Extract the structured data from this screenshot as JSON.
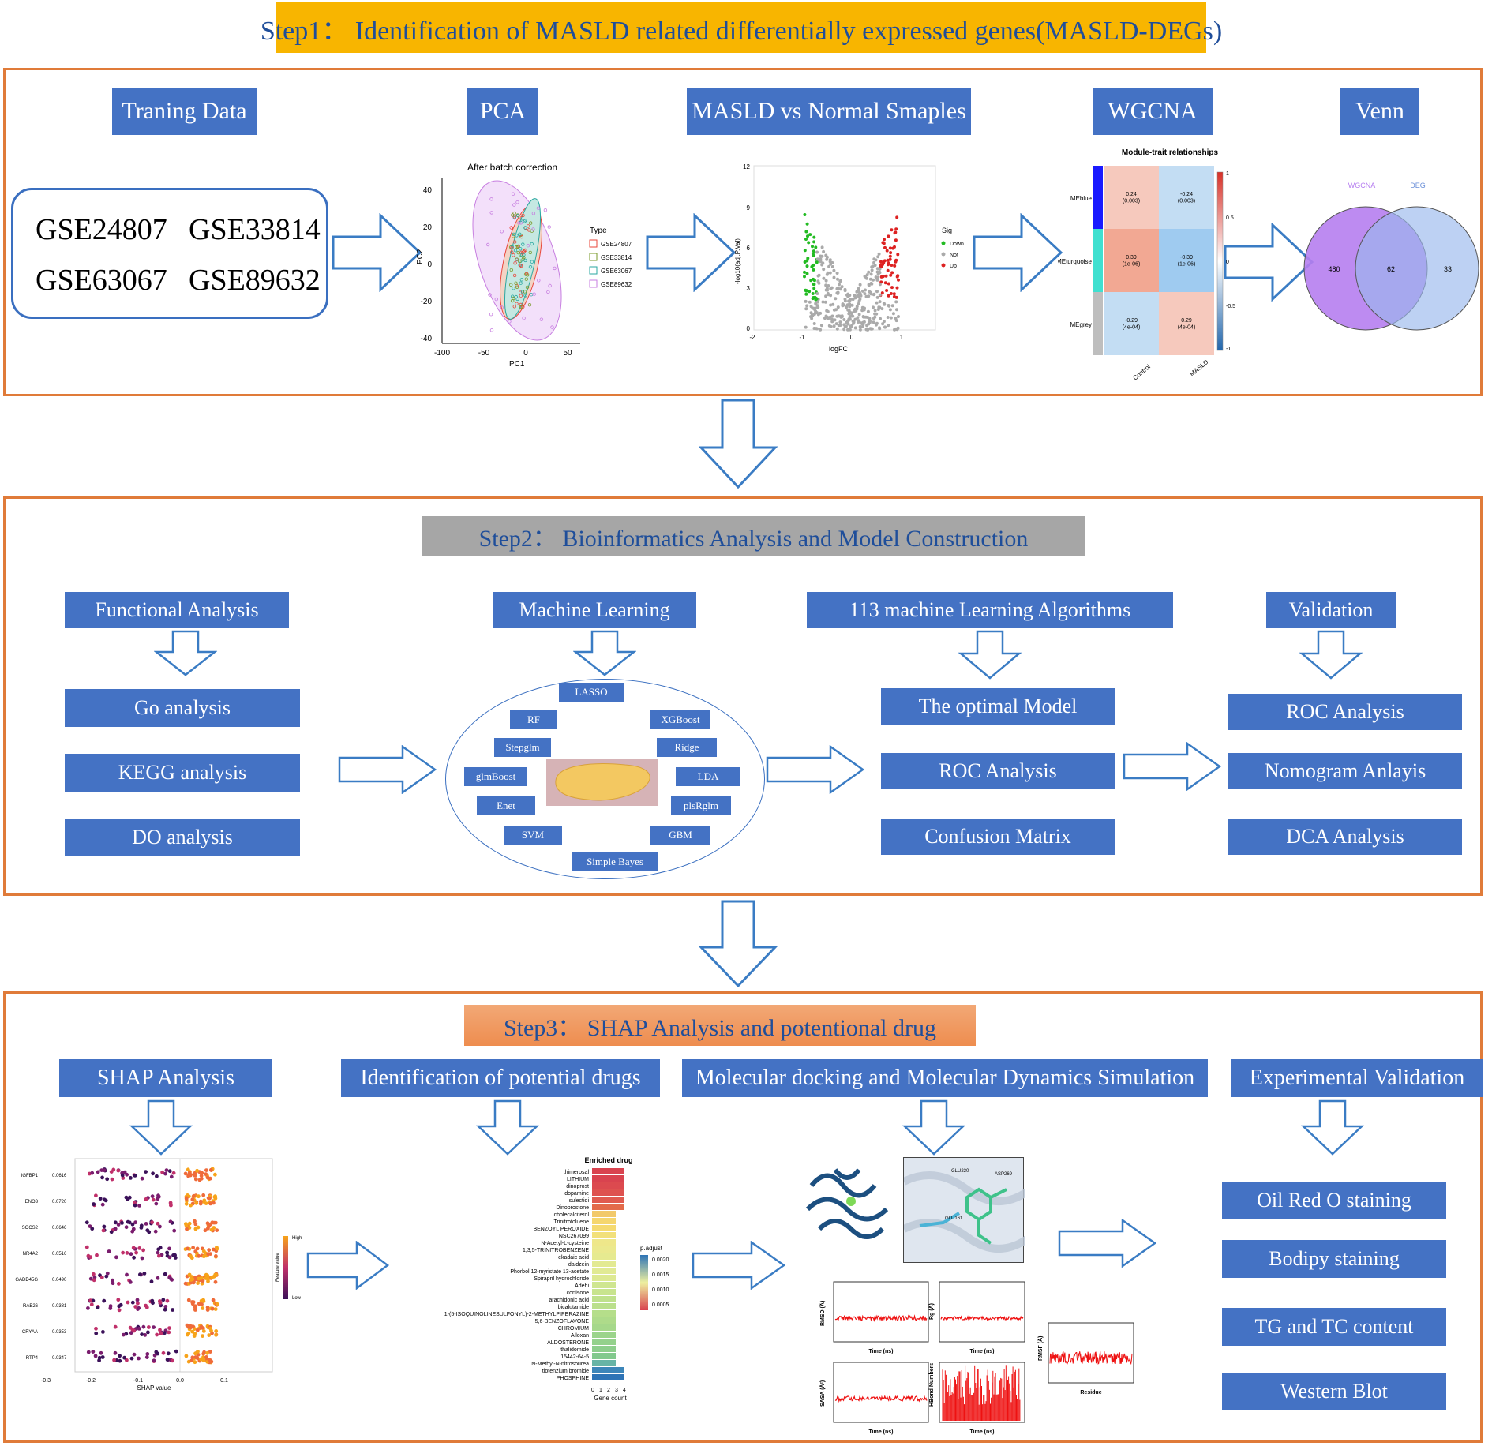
{
  "step1": {
    "title": "Step1： Identification of MASLD related differentially expressed genes(MASLD-DEGs)",
    "labels": {
      "training": "Traning Data",
      "pca": "PCA",
      "masld_vs_normal": "MASLD vs Normal Smaples",
      "wgcna": "WGCNA",
      "venn": "Venn"
    },
    "datasets": [
      "GSE24807",
      "GSE33814",
      "GSE63067",
      "GSE89632"
    ],
    "pca_plot": {
      "title": "After batch correction",
      "xlabel": "PC1",
      "ylabel": "PC2",
      "xticks": [
        "-100",
        "-50",
        "0",
        "50"
      ],
      "yticks": [
        "40",
        "20",
        "0",
        "-20",
        "-40"
      ],
      "legend_title": "Type",
      "legend": [
        "GSE24807",
        "GSE33814",
        "GSE63067",
        "GSE89632"
      ],
      "colors": [
        "#e8463a",
        "#7a9a2a",
        "#2aa7a0",
        "#c77ee0"
      ]
    },
    "volcano": {
      "xlabel": "logFC",
      "ylabel": "-log10(adj.P.Val)",
      "xticks": [
        "-2",
        "-1",
        "0",
        "1"
      ],
      "yticks": [
        "12",
        "9",
        "6",
        "3",
        "0"
      ],
      "legend_title": "Sig",
      "legend": [
        "Down",
        "Not",
        "Up"
      ],
      "colors": [
        "#22bb22",
        "#aaaaaa",
        "#dd2222"
      ]
    },
    "heatmap": {
      "title": "Module-trait relationships",
      "rows": [
        "MEblue",
        "MEturquoise",
        "MEgrey"
      ],
      "columns": [
        "Control",
        "MASLD"
      ],
      "row_colors": [
        "#1a1aff",
        "#40e0d0",
        "#bebebe"
      ],
      "cells": [
        [
          "0.24\n(0.003)",
          "-0.24\n(0.003)"
        ],
        [
          "0.39\n(1e-06)",
          "-0.39\n(1e-06)"
        ],
        [
          "-0.29\n(4e-04)",
          "0.29\n(4e-04)"
        ]
      ],
      "scale_ticks": [
        "1",
        "0.5",
        "0",
        "-0.5",
        "-1"
      ]
    },
    "venn_data": {
      "sets": [
        "WGCNA",
        "DEG"
      ],
      "only_a": "480",
      "both": "62",
      "only_b": "33"
    }
  },
  "step2": {
    "title": "Step2： Bioinformatics Analysis and Model Construction",
    "functional": {
      "header": "Functional Analysis",
      "items": [
        "Go analysis",
        "KEGG analysis",
        "DO analysis"
      ]
    },
    "ml": {
      "header": "Machine Learning",
      "algorithms": [
        "LASSO",
        "RF",
        "XGBoost",
        "Stepglm",
        "Ridge",
        "glmBoost",
        "LDA",
        "Enet",
        "plsRglm",
        "SVM",
        "GBM",
        "Simple Bayes"
      ]
    },
    "algos113": {
      "header": "113 machine Learning Algorithms",
      "items": [
        "The optimal Model",
        "ROC Analysis",
        "Confusion Matrix"
      ]
    },
    "validation": {
      "header": "Validation",
      "items": [
        "ROC Analysis",
        "Nomogram Anlayis",
        "DCA Analysis"
      ]
    }
  },
  "step3": {
    "title": "Step3： SHAP Analysis and potentional drug",
    "headers": {
      "shap": "SHAP Analysis",
      "drugs": "Identification of potential drugs",
      "docking": "Molecular docking and Molecular Dynamics Simulation",
      "experimental": "Experimental Validation"
    },
    "shap_plot": {
      "features": [
        "IGFBP1",
        "ENO3",
        "SOCS2",
        "NR4A2",
        "GADD45G",
        "RAB26",
        "CRYAA",
        "RTP4"
      ],
      "values": [
        "0.0616",
        "0.0720",
        "0.0646",
        "0.0516",
        "0.0490",
        "0.0381",
        "0.0353",
        "0.0347"
      ],
      "xlabel": "SHAP value",
      "xticks": [
        "-0.3",
        "-0.2",
        "-0.1",
        "0.0",
        "0.1"
      ],
      "legend_high": "High",
      "legend_low": "Low",
      "legend_title": "Feature value"
    },
    "drug_plot": {
      "title": "Enriched drug",
      "xlabel": "Gene count",
      "xticks": [
        "0",
        "1",
        "2",
        "3",
        "4"
      ],
      "legend_title": "p.adjust",
      "legend_ticks": [
        "0.0020",
        "0.0015",
        "0.0010",
        "0.0005"
      ],
      "drugs": [
        "thimerosal",
        "LITHIUM",
        "dinoprost",
        "dopamine",
        "sulectidi",
        "Dinoprostone",
        "cholecalciferol",
        "Trinitrotoluene",
        "BENZOYL PEROXIDE",
        "NSC267099",
        "N-Acetyl-L-cysteine",
        "1,3,5-TRINITROBENZENE",
        "ekadaic acid",
        "daidzein",
        "Phorbol 12-myristate 13-acetate",
        "Spirapril hydrochloride",
        "Adehi",
        "cortisone",
        "arachidonic acid",
        "bicalutamide",
        "1-(5-ISOQUINOLINESULFONYL)-2-METHYLPIPERAZINE",
        "5,6-BENZOFLAVONE",
        "CHROMIUM",
        "Alloxan",
        "ALDOSTERONE",
        "thalidomide",
        "15442-64-5",
        "N-Methyl-N-nitrosourea",
        "tiotenzium bromide",
        "PHOSPHINE"
      ],
      "counts": [
        4,
        4,
        4,
        4,
        4,
        4,
        3,
        3,
        3,
        3,
        3,
        3,
        3,
        3,
        3,
        3,
        3,
        3,
        3,
        3,
        3,
        3,
        3,
        3,
        3,
        3,
        3,
        3,
        4,
        4
      ],
      "colors": [
        "#d9434f",
        "#d9434f",
        "#dc4a4f",
        "#de524f",
        "#e05a4f",
        "#e36a4a",
        "#f2c96a",
        "#f5d66e",
        "#f5da70",
        "#f2e07a",
        "#eee78a",
        "#ebe98e",
        "#e6ea90",
        "#e3ea92",
        "#e1ea94",
        "#dde992",
        "#cfe690",
        "#c8e48e",
        "#bfe18c",
        "#bbe08c",
        "#b5de8a",
        "#aedb8a",
        "#a6d88a",
        "#9bd48b",
        "#94d18c",
        "#8dce8c",
        "#82c98d",
        "#67b4a6",
        "#3d86b9",
        "#2e74b6"
      ]
    },
    "md_plots": {
      "rmsd": {
        "ylabel": "RMSD (Å)",
        "xlabel": "Time (ns)"
      },
      "rg": {
        "ylabel": "Rg (Å)",
        "xlabel": "Time (ns)"
      },
      "sasa": {
        "ylabel": "SASA (Å²)",
        "xlabel": "Time (ns)"
      },
      "hbond": {
        "ylabel": "HBond Numbers",
        "xlabel": "Time (ns)"
      },
      "rmsf": {
        "ylabel": "RMSF (Å)",
        "xlabel": "Residue"
      },
      "residue_labels": [
        "GLU230",
        "ASP269",
        "GLU161"
      ]
    },
    "experimental_items": [
      "Oil Red O staining",
      "Bodipy staining",
      "TG and TC content",
      "Western Blot"
    ]
  }
}
